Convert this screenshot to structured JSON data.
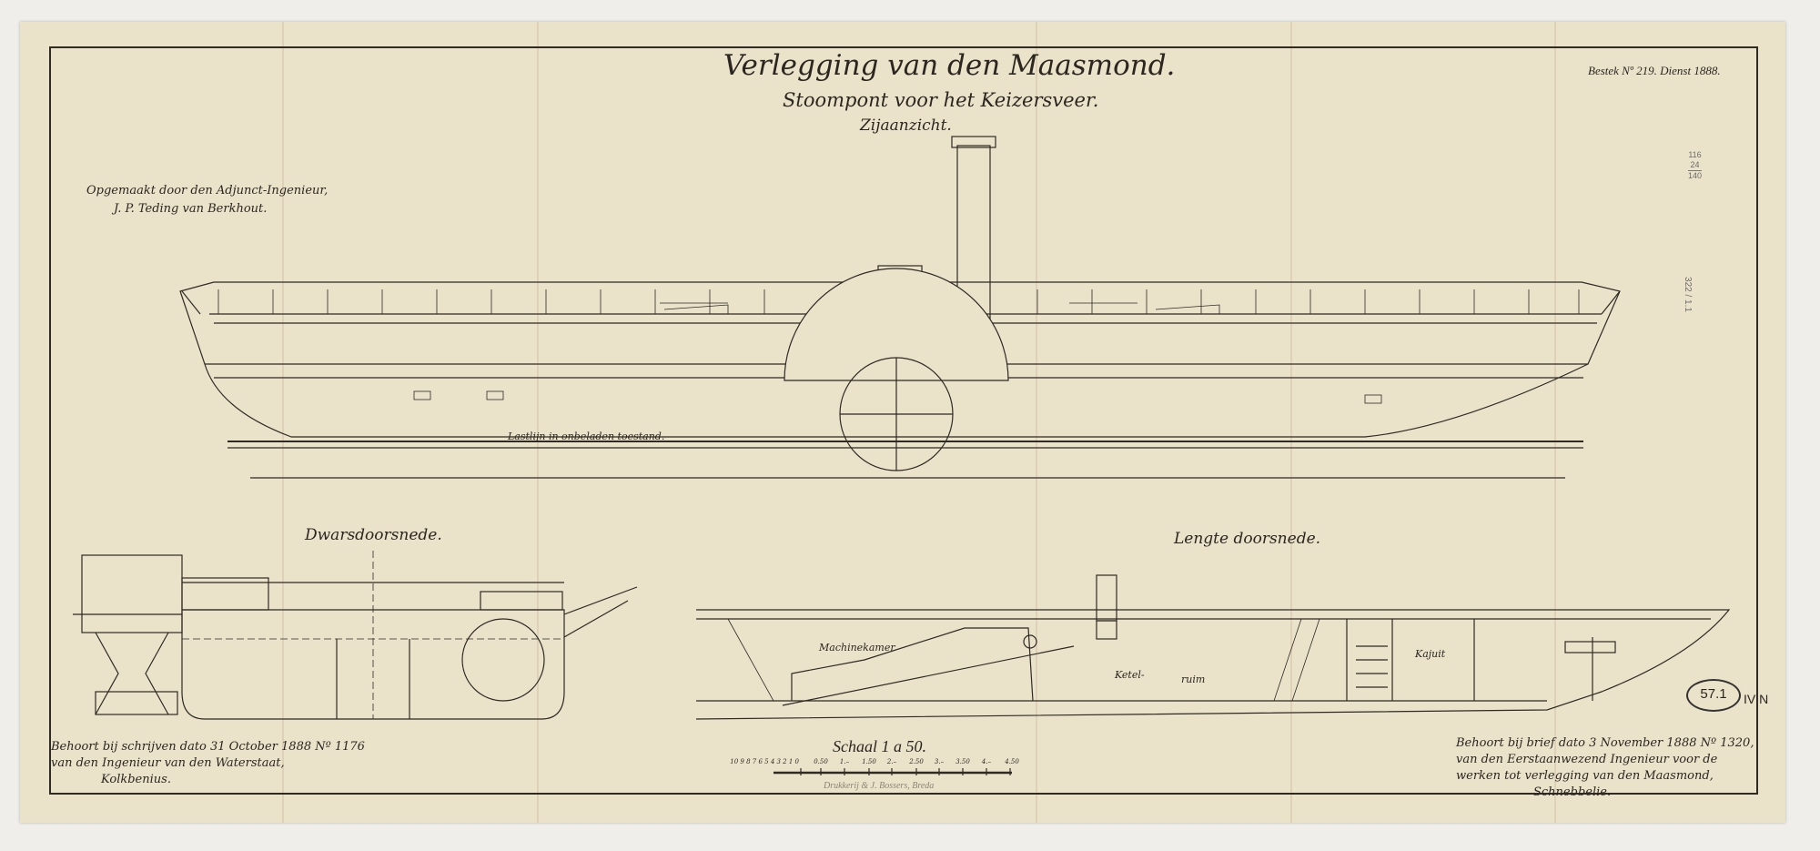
{
  "drawing": {
    "title": "Verlegging van den Maasmond.",
    "subtitle": "Stoompont voor het Keizersveer.",
    "view_label": "Zijaanzicht.",
    "contract": "Bestek Nº 219. Dienst 1888.",
    "author_line1": "Opgemaakt door den Adjunct-Ingenieur,",
    "author_line2": "J. P. Teding van Berkhout.",
    "waterline_label": "Lastlijn in onbeladen toestand.",
    "cross_section_label": "Dwarsdoorsnede.",
    "long_section_label": "Lengte doorsnede.",
    "rooms": {
      "engine": "Machinekamer",
      "boiler_a": "Ketel-",
      "boiler_b": "ruim",
      "cabin": "Kajuit"
    },
    "scale_title": "Schaal 1 a 50.",
    "scale_ticks": [
      "10 9 8 7 6 5 4 3 2 1 0",
      "0.50",
      "1.–",
      "1.50",
      "2.–",
      "2.50",
      "3.–",
      "3.50",
      "4.–",
      "4.50"
    ],
    "printer": "Drukkerij & J. Bossers, Breda",
    "footer_left": [
      "Behoort bij schrijven dato 31 October 1888 Nº 1176",
      "van den Ingenieur van den Waterstaat,",
      "Kolkbenius."
    ],
    "footer_right": [
      "Behoort bij brief dato 3 November 1888 Nº 1320,",
      "van den Eerstaanwezend Ingenieur voor de",
      "werken tot verlegging van den Maasmond,",
      "Schnebbelie."
    ],
    "pencil_sum": [
      "116",
      "24",
      "140"
    ],
    "pencil_side": "322 / 1.1",
    "stamp": "57.1",
    "stamp_mark": "IV N"
  },
  "colors": {
    "paper": "#ebe2ca",
    "ink": "#2b2620",
    "background": "#efeeeb"
  }
}
